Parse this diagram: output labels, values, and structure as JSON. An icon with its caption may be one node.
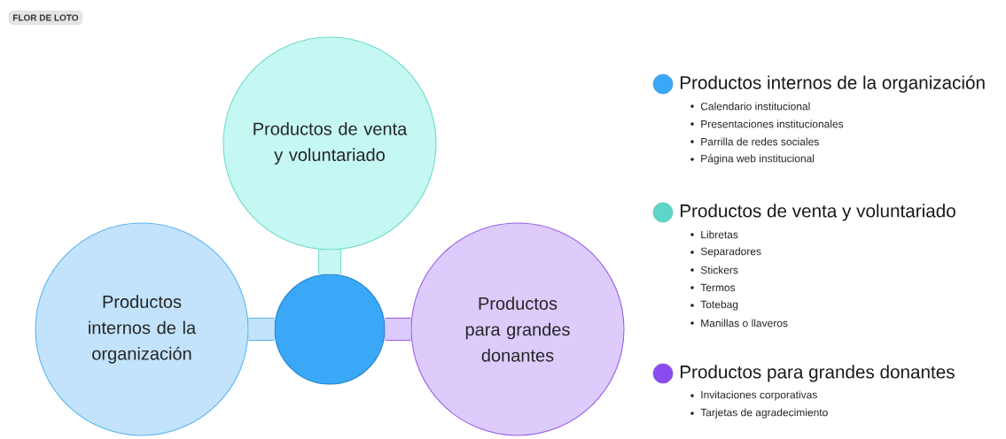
{
  "diagram": {
    "title": "FLOR DE LOTO",
    "nodes": [
      {
        "text": [
          "Productos de venta y voluntariado"
        ]
      },
      {
        "text": [
          "Productos internos de la organización"
        ]
      },
      {
        "text": [],
        "shape": "circle"
      },
      {
        "text": [
          "Productos para grandes donantes"
        ]
      }
    ],
    "edges": [
      {
        "from": 2,
        "to": 0,
        "arrow": "none",
        "color": "#6fd9c9"
      },
      {
        "from": 2,
        "to": 1,
        "arrow": "none",
        "color": "#5ab4f0"
      },
      {
        "from": 2,
        "to": 3,
        "arrow": "none",
        "color": "#9b5de5"
      }
    ],
    "labels": [
      "Calendario institucional",
      "Presentaciones institucionales",
      "Parrilla de redes sociales",
      "Página web institucional",
      "Libretas",
      "Separadores",
      "Stickers",
      "Termos",
      "Totebag",
      "Manillas o llaveros",
      "Invitaciones corporativas",
      "Tarjetas de agradecimiento"
    ],
    "legend": [
      {
        "text": "Productos internos de la organización",
        "color": "#3aa8f7"
      },
      {
        "text": "Productos de venta y voluntariado",
        "color": "#5dd6c8"
      },
      {
        "text": "Productos para grandes donantes",
        "color": "#8a4cf0"
      }
    ]
  }
}
